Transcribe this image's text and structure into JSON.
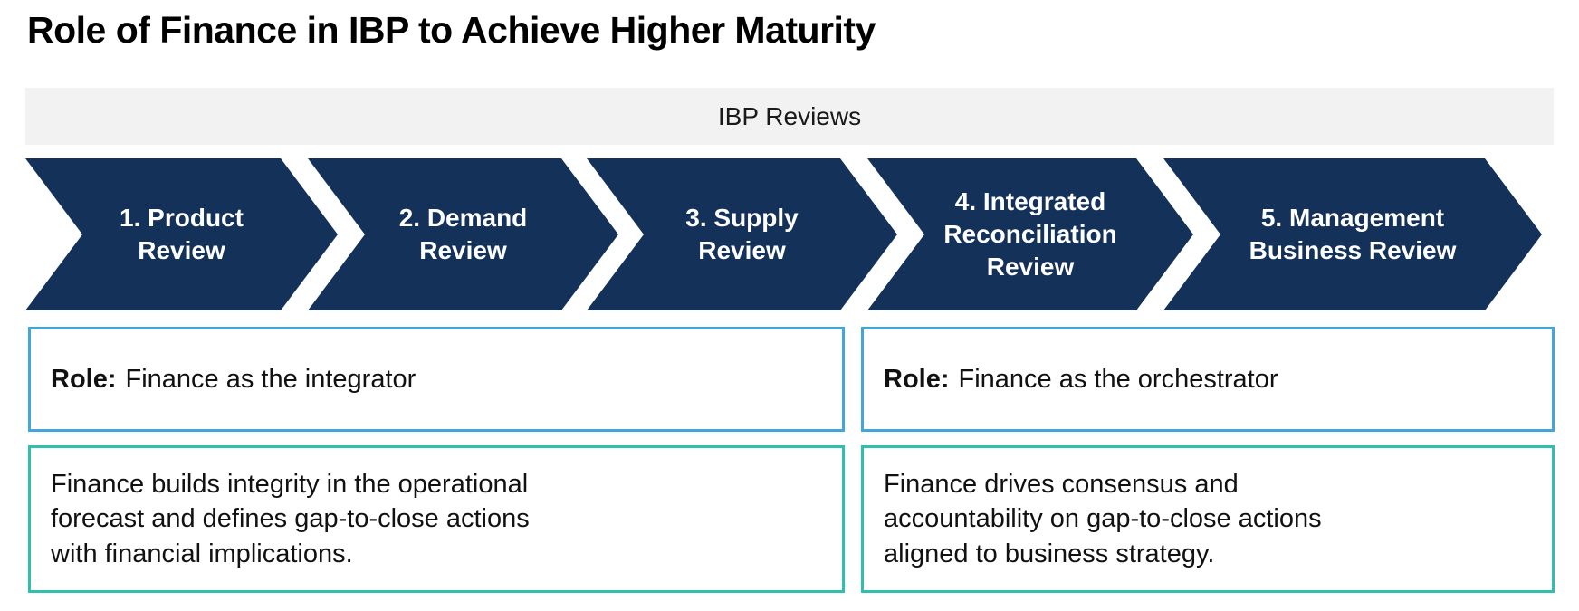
{
  "page": {
    "title": "Role of Finance in IBP to Achieve Higher Maturity"
  },
  "header_bar": {
    "label": "IBP Reviews"
  },
  "colors": {
    "chevron_navy": "#14315a",
    "role_border_blue": "#41a7db",
    "description_border_teal": "#2fbfae",
    "header_bar_gray": "#f2f2f2"
  },
  "chevrons": [
    {
      "label": "1. Product Review",
      "lines": [
        "1. Product",
        "Review"
      ]
    },
    {
      "label": "2. Demand Review",
      "lines": [
        "2. Demand",
        "Review"
      ]
    },
    {
      "label": "3. Supply Review",
      "lines": [
        "3. Supply",
        "Review"
      ]
    },
    {
      "label": "4. Integrated Reconciliation Review",
      "lines": [
        "4. Integrated",
        "Reconciliation",
        "Review"
      ]
    },
    {
      "label": "5. Management Business Review",
      "lines": [
        "5. Management",
        "Business Review"
      ]
    }
  ],
  "role_boxes": {
    "left": {
      "label": "Role:",
      "text": "Finance as the integrator"
    },
    "right": {
      "label": "Role:",
      "text": "Finance as the orchestrator"
    }
  },
  "description_boxes": {
    "left": {
      "lines": [
        "Finance builds integrity in the operational",
        "forecast and defines gap-to-close actions",
        "with financial implications."
      ]
    },
    "right": {
      "lines": [
        "Finance drives consensus and",
        "accountability on gap-to-close actions",
        "aligned to business strategy."
      ]
    }
  }
}
